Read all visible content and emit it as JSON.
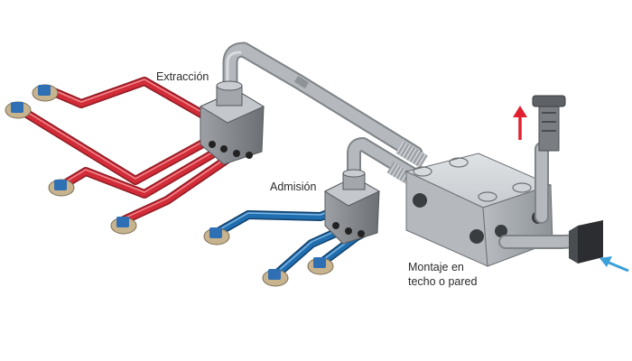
{
  "labels": {
    "extraction": "Extracción",
    "intake": "Admisión",
    "mount_line1": "Montaje en",
    "mount_line2": "techo o pared"
  },
  "colors": {
    "extraction_pipe": "#d12c38",
    "intake_pipe": "#1f6fb0",
    "duct_grey": "#a9adb1",
    "arrow_red": "#e0202e",
    "arrow_blue": "#3aa0d8",
    "outlet_blue": "#2f6fb4"
  },
  "icons": [
    "up-arrow-icon",
    "inflow-arrow-icon",
    "ceiling-outlet-icon",
    "roof-cap-icon",
    "wall-grille-icon"
  ]
}
